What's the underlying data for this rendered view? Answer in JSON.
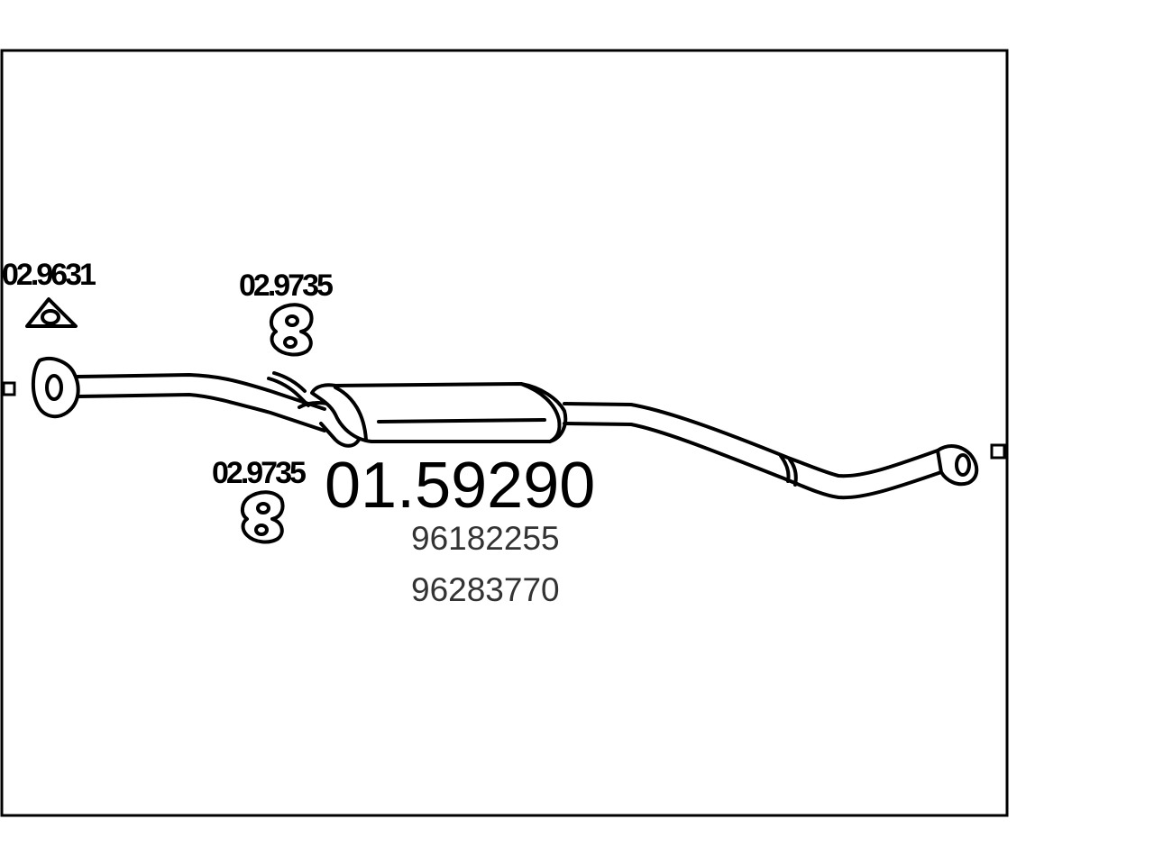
{
  "main_part_number": "01.59290",
  "oem_numbers": [
    "96182255",
    "96283770"
  ],
  "accessories": [
    {
      "number": "02.9631",
      "icon": "gasket-icon"
    },
    {
      "number": "02.9735",
      "icon": "rubber-hanger-icon"
    },
    {
      "number": "02.9735",
      "icon": "rubber-hanger-icon"
    }
  ],
  "colors": {
    "line": "#000000",
    "oem_text": "#333333",
    "background": "#ffffff"
  }
}
